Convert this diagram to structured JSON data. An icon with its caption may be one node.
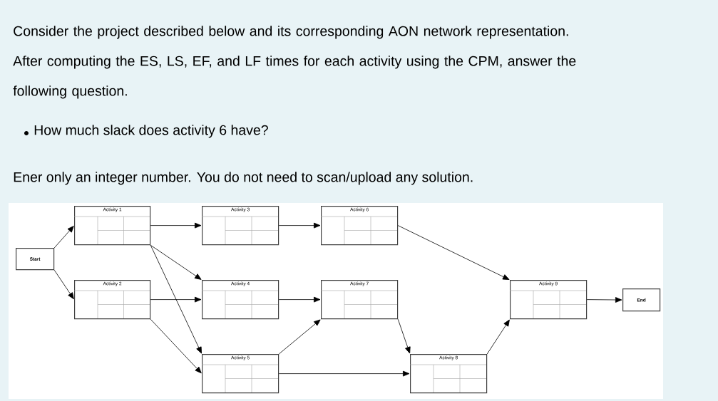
{
  "diagram": {
    "nodes": [
      {
        "text": [
          "Start"
        ]
      },
      {
        "text": [
          "Activity 1"
        ]
      },
      {
        "text": [
          "Activity 2"
        ]
      },
      {
        "text": [
          "Activity 3"
        ]
      },
      {
        "text": [
          "Activity 4"
        ]
      },
      {
        "text": [
          "Activity 5"
        ]
      },
      {
        "text": [
          "Activity 6"
        ]
      },
      {
        "text": [
          "Activity 7"
        ]
      },
      {
        "text": [
          "Activity 8"
        ]
      },
      {
        "text": [
          "Activity 9"
        ]
      },
      {
        "text": [
          "End"
        ]
      }
    ],
    "edges": [
      {
        "from": 0,
        "to": 1,
        "arrow": "to"
      },
      {
        "from": 0,
        "to": 2,
        "arrow": "to"
      },
      {
        "from": 1,
        "to": 3,
        "arrow": "to"
      },
      {
        "from": 1,
        "to": 4,
        "arrow": "to"
      },
      {
        "from": 1,
        "to": 5,
        "arrow": "to"
      },
      {
        "from": 2,
        "to": 4,
        "arrow": "to"
      },
      {
        "from": 2,
        "to": 5,
        "arrow": "to"
      },
      {
        "from": 3,
        "to": 6,
        "arrow": "to"
      },
      {
        "from": 4,
        "to": 7,
        "arrow": "to"
      },
      {
        "from": 5,
        "to": 7,
        "arrow": "to"
      },
      {
        "from": 5,
        "to": 8,
        "arrow": "to"
      },
      {
        "from": 7,
        "to": 8,
        "arrow": "to"
      },
      {
        "from": 6,
        "to": 9,
        "arrow": "to"
      },
      {
        "from": 8,
        "to": 9,
        "arrow": "to"
      },
      {
        "from": 9,
        "to": 10,
        "arrow": "to"
      }
    ],
    "labels": [
      "Consider the project described below and its corresponding AON network representation. After computing the ES, LS, EF, and LF times for each activity using the CPM, answer the following question.",
      "How much slack does activity 6 have?",
      "Ener only an integer number. You do not need to scan/upload any solution."
    ]
  }
}
